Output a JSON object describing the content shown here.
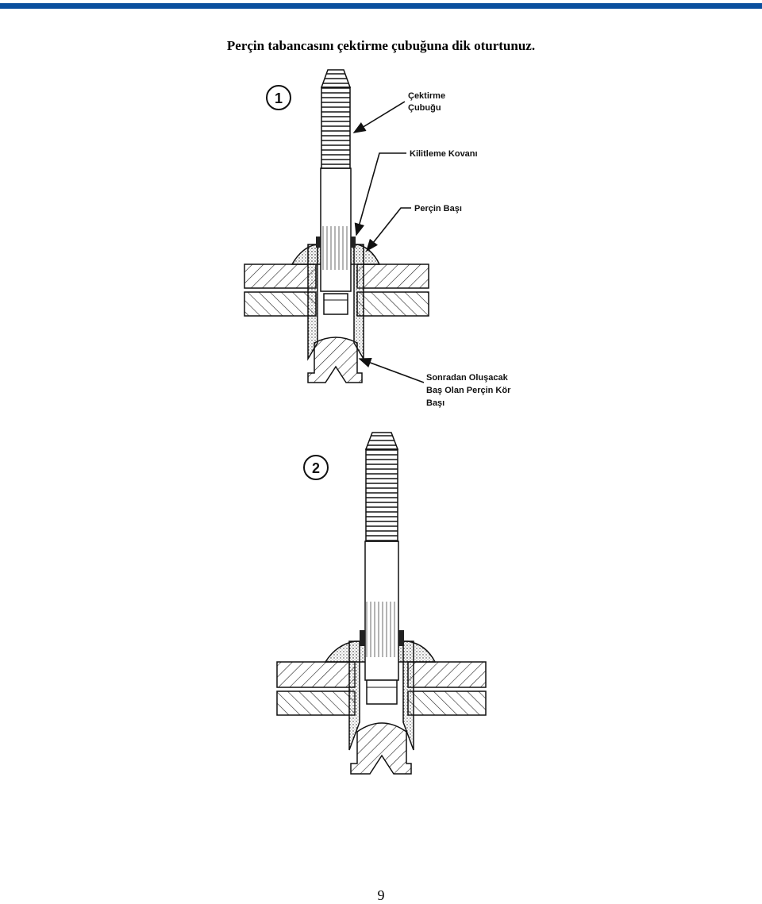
{
  "page": {
    "heading": "Perçin tabancasını çektirme çubuğuna dik oturtunuz.",
    "page_number": "9",
    "rule_color": "#0a4f9e"
  },
  "figure1": {
    "step": "1",
    "labels": {
      "pull_rod_line1": "Çektirme",
      "pull_rod_line2": "Çubuğu",
      "lock_sleeve": "Kilitleme Kovanı",
      "rivet_head": "Perçin Başı",
      "blind_head_line1": "Sonradan Oluşacak",
      "blind_head_line2": "Baş Olan Perçin Kör",
      "blind_head_line3": "Başı"
    }
  },
  "figure2": {
    "step": "2"
  },
  "icons": [
    "arrow-icon"
  ]
}
